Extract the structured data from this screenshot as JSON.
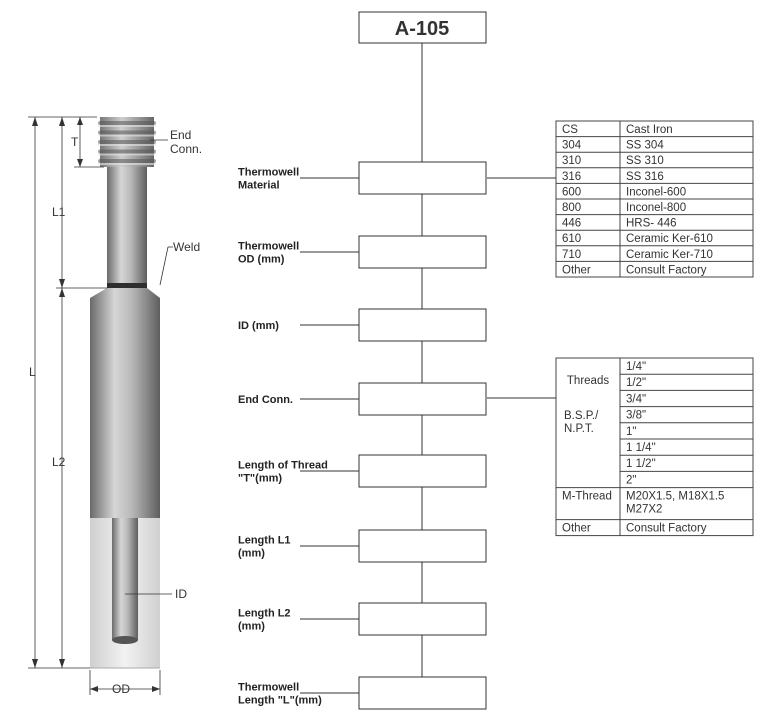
{
  "title": "A-105",
  "fields": [
    {
      "label": "Thermowell\nMaterial"
    },
    {
      "label": "Thermowell\nOD (mm)"
    },
    {
      "label": "ID (mm)"
    },
    {
      "label": "End Conn."
    },
    {
      "label": "Length of Thread\n\"T\"(mm)"
    },
    {
      "label": "Length L1\n(mm)"
    },
    {
      "label": "Length L2\n(mm)"
    },
    {
      "label": "Thermowell\nLength \"L\"(mm)"
    }
  ],
  "material_table": [
    [
      "CS",
      "Cast Iron"
    ],
    [
      "304",
      "SS 304"
    ],
    [
      "310",
      "SS 310"
    ],
    [
      "316",
      "SS 316"
    ],
    [
      "600",
      "Inconel-600"
    ],
    [
      "800",
      "Inconel-800"
    ],
    [
      "446",
      "HRS- 446"
    ],
    [
      "610",
      "Ceramic Ker-610"
    ],
    [
      "710",
      "Ceramic Ker-710"
    ],
    [
      "Other",
      "Consult Factory"
    ]
  ],
  "endconn_table": {
    "threads_label": "Threads",
    "bsp_label": "B.S.P./\nN.P.T.",
    "thread_sizes": [
      "1/4\"",
      "1/2\"",
      "3/4\"",
      "3/8\"",
      "1\"",
      "1 1/4\"",
      "1 1/2\"",
      "2\""
    ],
    "mthread_label": "M-Thread",
    "mthread_value": "M20X1.5, M18X1.5\nM27X2",
    "other_label": "Other",
    "other_value": "Consult Factory"
  },
  "drawing_labels": {
    "end_conn": "End\nConn.",
    "t": "T",
    "l1": "L1",
    "weld": "Weld",
    "l": "L",
    "l2": "L2",
    "id": "ID",
    "od": "OD"
  },
  "colors": {
    "line": "#444444",
    "metal_dark": "#6e6e6e",
    "metal_light": "#d4d4d4",
    "ceramic": "#e3e3e3"
  }
}
